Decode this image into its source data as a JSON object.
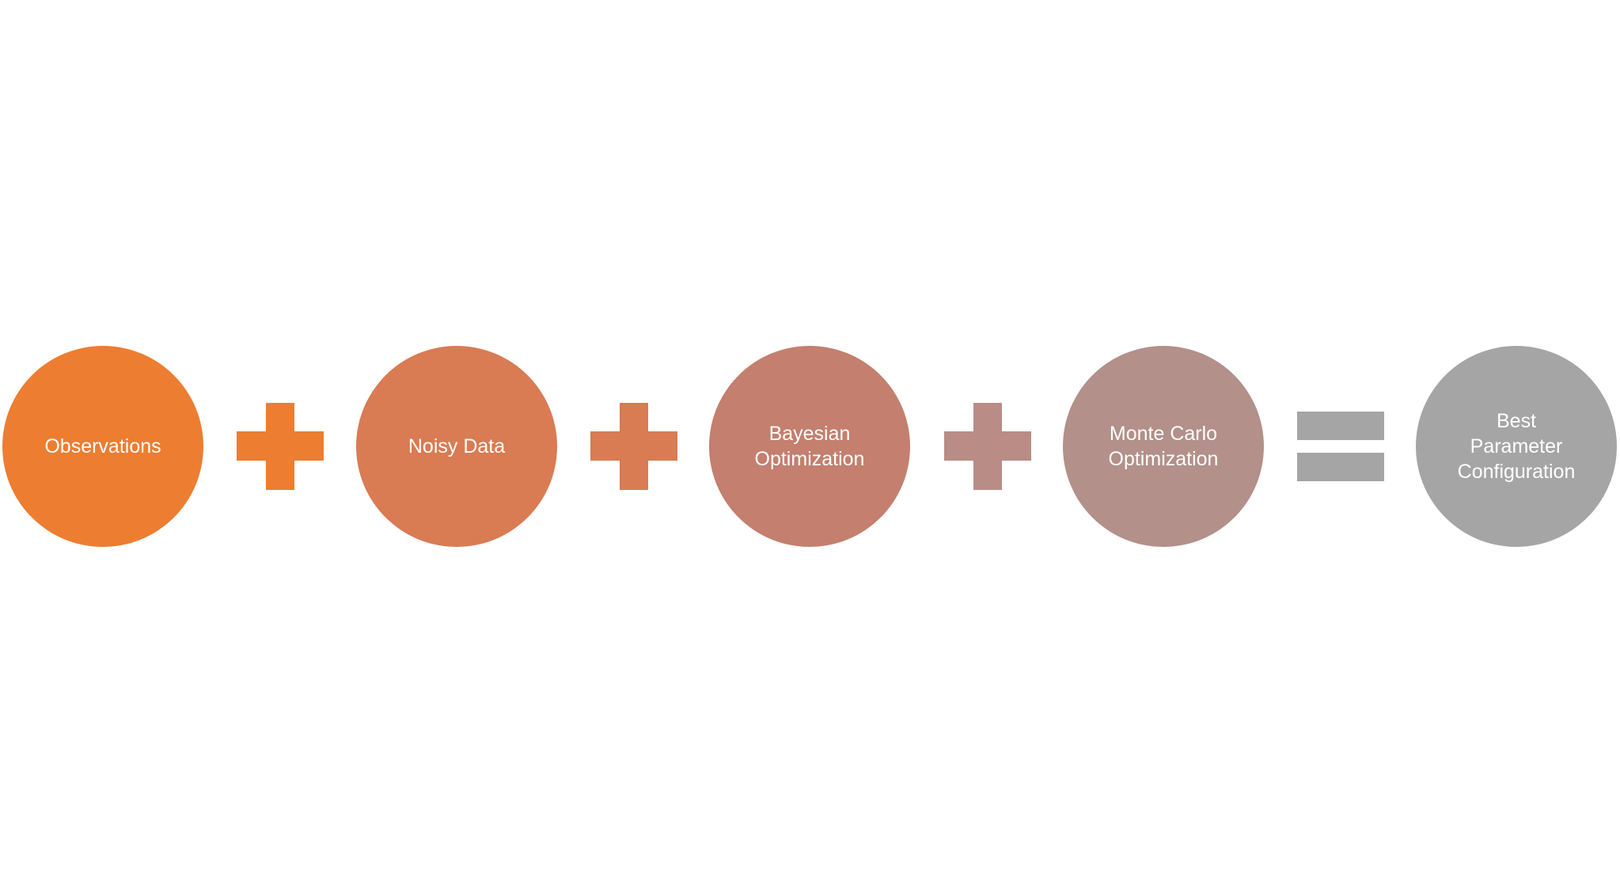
{
  "steps": [
    {
      "label": "Observations",
      "color": "#ED7D31"
    },
    {
      "label": "Noisy Data",
      "color": "#D97B53"
    },
    {
      "label": "Bayesian\nOptimization",
      "color": "#C47F6E"
    },
    {
      "label": "Monte Carlo\nOptimization",
      "color": "#B3908A"
    },
    {
      "label": "Best\nParameter\nConfiguration",
      "color": "#A5A5A5"
    }
  ],
  "operators": [
    {
      "symbol": "plus",
      "color": "#ED7D31"
    },
    {
      "symbol": "plus",
      "color": "#D97B53"
    },
    {
      "symbol": "plus",
      "color": "#B98C85"
    },
    {
      "symbol": "equals",
      "color": "#A5A5A5"
    }
  ]
}
